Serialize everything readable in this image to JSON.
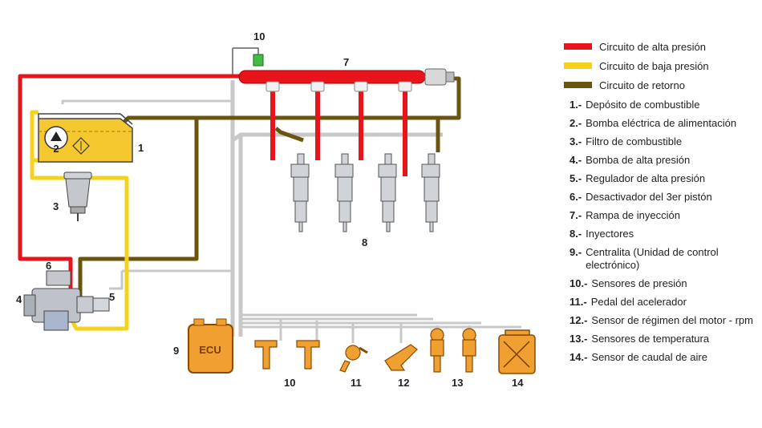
{
  "legend": {
    "high_pressure": {
      "label": "Circuito de alta presión",
      "color": "#e8141c"
    },
    "low_pressure": {
      "label": "Circuito de baja presión",
      "color": "#f5d21e"
    },
    "return": {
      "label": "Circuito de retorno",
      "color": "#6b5410"
    }
  },
  "items": [
    {
      "num": "1.-",
      "text": "Depósito de combustible"
    },
    {
      "num": "2.-",
      "text": "Bomba eléctrica de alimentación"
    },
    {
      "num": "3.-",
      "text": "Filtro de combustible"
    },
    {
      "num": "4.-",
      "text": "Bomba de alta presión"
    },
    {
      "num": "5.-",
      "text": "Regulador de alta presión"
    },
    {
      "num": "6.-",
      "text": "Desactivador del 3er pistón"
    },
    {
      "num": "7.-",
      "text": "Rampa de inyección"
    },
    {
      "num": "8.-",
      "text": "Inyectores"
    },
    {
      "num": "9.-",
      "text": "Centralita (Unidad de control electrónico)"
    },
    {
      "num": "10.-",
      "text": "Sensores de presión"
    },
    {
      "num": "11.-",
      "text": "Pedal del acelerador"
    },
    {
      "num": "12.-",
      "text": "Sensor de régimen del motor - rpm"
    },
    {
      "num": "13.-",
      "text": "Sensores de temperatura"
    },
    {
      "num": "14.-",
      "text": "Sensor de caudal de aire"
    }
  ],
  "diagram": {
    "ecu_text": "ECU",
    "callouts": {
      "c1": "1",
      "c2": "2",
      "c3": "3",
      "c4": "4",
      "c5": "5",
      "c6": "6",
      "c7": "7",
      "c8": "8",
      "c9": "9",
      "c10_top": "10",
      "c10_bottom": "10",
      "c11": "11",
      "c12": "12",
      "c13": "13",
      "c14": "14"
    },
    "colors": {
      "sensor_orange": "#f0a030",
      "tank_fuel": "#f5c830",
      "pump_gray": "#b8bcc4"
    }
  }
}
